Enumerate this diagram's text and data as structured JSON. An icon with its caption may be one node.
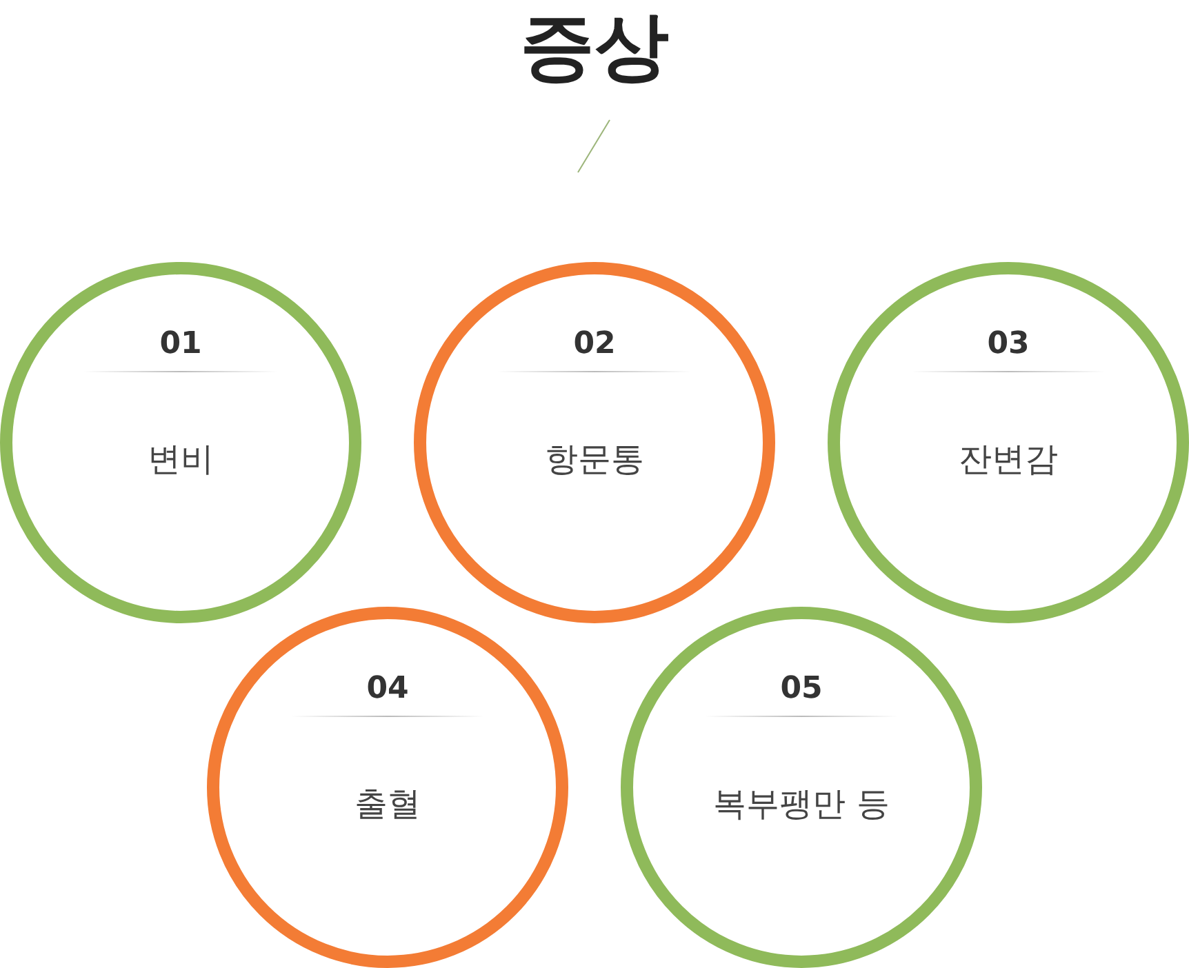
{
  "diagram": {
    "title": "증상",
    "nodes": [
      {
        "text": [
          "01",
          "변비"
        ]
      },
      {
        "text": [
          "02",
          "항문통"
        ]
      },
      {
        "text": [
          "03",
          "잔변감"
        ]
      },
      {
        "text": [
          "04",
          "출혈"
        ]
      },
      {
        "text": [
          "05",
          "복부팽만 등"
        ]
      }
    ]
  }
}
